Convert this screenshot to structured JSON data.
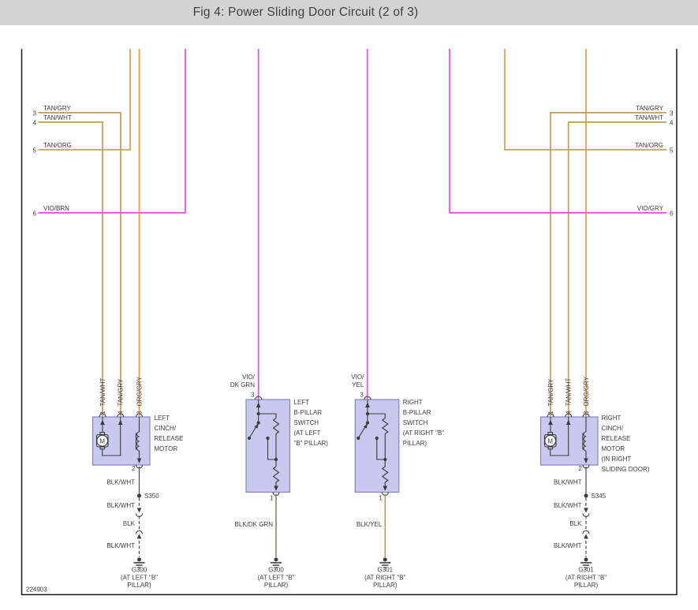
{
  "title": "Fig 4: Power Sliding Door Circuit (2 of 3)",
  "diagram_id": "224903",
  "colors": {
    "title_bg": "#D3D3D3",
    "title_text": "#3F3F3F",
    "border": "#1A1A1A",
    "tan": "#BE9B60",
    "tan_org": "#CDA050",
    "org_gry": "#F0953E",
    "violet": "#EE48DB",
    "blk_wht": "#4A4A4A",
    "blk_dk_grn": "#6C7A55",
    "blk_yel": "#9C9C55",
    "component_fill": "#C9C9EF",
    "component_border": "#8484BC",
    "symbol": "#3A3A3A",
    "label": "#3C3C3C",
    "ref_blue": "#5A6FC8",
    "motor_m": "#3B3BC8",
    "footer": "#5A5A5A"
  },
  "header_left": {
    "pins": [
      {
        "number": "3",
        "label": "TAN/GRY"
      },
      {
        "number": "4",
        "label": "TAN/WHT"
      },
      {
        "number": "5",
        "label": "TAN/ORG"
      },
      {
        "number": "6",
        "label": "VIO/BRN"
      }
    ]
  },
  "header_right": {
    "pins": [
      {
        "number": "3",
        "label": "TAN/GRY"
      },
      {
        "number": "4",
        "label": "TAN/WHT"
      },
      {
        "number": "5",
        "label": "TAN/ORG"
      },
      {
        "number": "6",
        "label": "VIO/GRY"
      }
    ]
  },
  "left_motor": {
    "name_lines": [
      "LEFT",
      "CINCH/",
      "RELEASE",
      "MOTOR"
    ],
    "top_pins": [
      {
        "pin": "1",
        "wire": "TAN/WHT"
      },
      {
        "pin": "4",
        "wire": "TAN/GRY"
      },
      {
        "pin": "3",
        "wire": "ORG/GRY"
      }
    ],
    "bottom_pin": "2",
    "motor_letter": "M",
    "splice": "S350",
    "segment_labels": [
      "BLK/WHT",
      "BLK/WHT",
      "BLK",
      "BLK/WHT"
    ],
    "ground_ref": "G300",
    "ground_location": [
      "(AT LEFT \"B\"",
      "PILLAR)"
    ]
  },
  "right_motor": {
    "name_lines": [
      "RIGHT",
      "CINCH/",
      "RELEASE",
      "MOTOR",
      "(IN RIGHT",
      "SLIDING DOOR)"
    ],
    "top_pins": [
      {
        "pin": "1",
        "wire": "TAN/GRY"
      },
      {
        "pin": "4",
        "wire": "TAN/WHT"
      },
      {
        "pin": "3",
        "wire": "ORG/GRY"
      }
    ],
    "bottom_pin": "2",
    "motor_letter": "M",
    "splice": "S345",
    "segment_labels": [
      "BLK/WHT",
      "BLK/WHT",
      "BLK",
      "BLK/WHT"
    ],
    "ground_ref": "G301",
    "ground_location": [
      "(AT RIGHT \"B\"",
      "PILLAR)"
    ]
  },
  "left_switch": {
    "name_lines": [
      "LEFT",
      "B-PILLAR",
      "SWITCH",
      "(AT LEFT",
      "\"B\" PILLAR)"
    ],
    "feed_wire_lines": [
      "VIO/",
      "DK GRN"
    ],
    "top_pin": "3",
    "bottom_pin": "1",
    "ground_wire": "BLK/DK GRN",
    "ground_ref": "G300",
    "ground_location": [
      "(AT LEFT \"B\"",
      "PILLAR)"
    ]
  },
  "right_switch": {
    "name_lines": [
      "RIGHT",
      "B-PILLAR",
      "SWITCH",
      "(AT RIGHT \"B\"",
      "PILLAR)"
    ],
    "feed_wire_lines": [
      "VIO/",
      "YEL"
    ],
    "top_pin": "3",
    "bottom_pin": "1",
    "ground_wire": "BLK/YEL",
    "ground_ref": "G301",
    "ground_location": [
      "(AT RIGHT \"B\"",
      "PILLAR)"
    ]
  }
}
